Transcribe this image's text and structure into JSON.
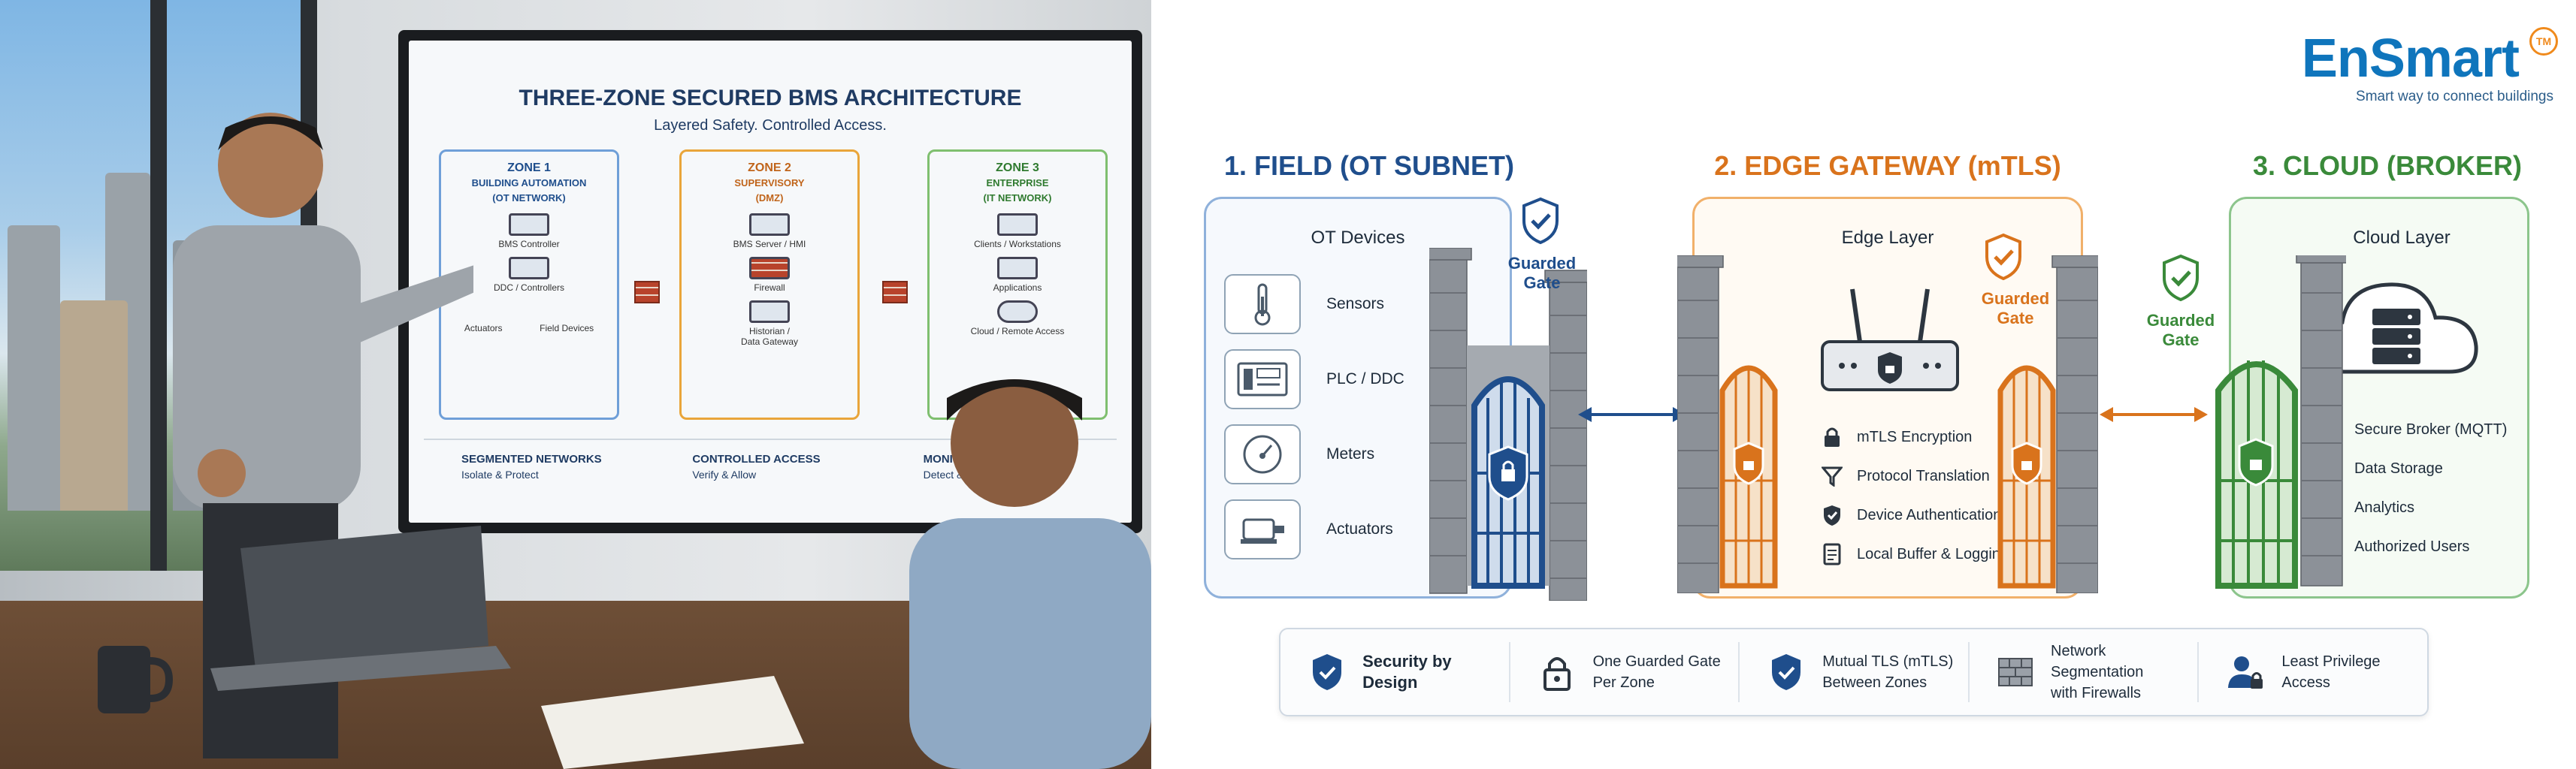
{
  "photo": {
    "screen": {
      "title": "THREE-ZONE SECURED BMS ARCHITECTURE",
      "subtitle": "Layered Safety. Controlled Access.",
      "zones": [
        {
          "title": "ZONE 1",
          "sub": "BUILDING AUTOMATION",
          "net": "(OT NETWORK)",
          "items": [
            "BMS Controller",
            "DDC / Controllers",
            "Actuators",
            "Field Devices"
          ]
        },
        {
          "title": "ZONE 2",
          "sub": "SUPERVISORY",
          "net": "(DMZ)",
          "items": [
            "BMS Server / HMI",
            "Firewall",
            "Historian /",
            "Data Gateway"
          ]
        },
        {
          "title": "ZONE 3",
          "sub": "ENTERPRISE",
          "net": "(IT NETWORK)",
          "items": [
            "Clients / Workstations",
            "Applications",
            "Cloud / Remote Access"
          ]
        }
      ],
      "footer": [
        {
          "title": "SEGMENTED NETWORKS",
          "desc": "Isolate & Protect"
        },
        {
          "title": "CONTROLLED ACCESS",
          "desc": "Verify & Allow"
        },
        {
          "title": "MONITOR & LOG",
          "desc": "Detect & Respond"
        }
      ]
    }
  },
  "brand": {
    "name": "EnSmart",
    "trademark": "TM",
    "tagline": "Smart way to connect buildings"
  },
  "columns": {
    "field": {
      "title": "1. FIELD (OT SUBNET)",
      "panel_title": "OT Devices",
      "devices": [
        {
          "label": "Sensors",
          "icon": "thermometer-icon"
        },
        {
          "label": "PLC / DDC",
          "icon": "plc-icon"
        },
        {
          "label": "Meters",
          "icon": "gauge-icon"
        },
        {
          "label": "Actuators",
          "icon": "actuator-icon"
        }
      ],
      "gate_label_line1": "Guarded",
      "gate_label_line2": "Gate"
    },
    "edge": {
      "title": "2. EDGE GATEWAY (mTLS)",
      "panel_title": "Edge Layer",
      "features": [
        {
          "label": "mTLS Encryption",
          "icon": "lock-icon"
        },
        {
          "label": "Protocol Translation",
          "icon": "funnel-icon"
        },
        {
          "label": "Device Authentication",
          "icon": "shield-check-icon"
        },
        {
          "label": "Local Buffer & Logging",
          "icon": "document-icon"
        }
      ],
      "gate_label_line1": "Guarded",
      "gate_label_line2": "Gate"
    },
    "cloud": {
      "title": "3. CLOUD (BROKER)",
      "panel_title": "Cloud Layer",
      "features": [
        {
          "label": "Secure Broker (MQTT)",
          "icon": "shield-lock-icon"
        },
        {
          "label": "Data Storage",
          "icon": "database-icon"
        },
        {
          "label": "Analytics",
          "icon": "bar-chart-icon"
        },
        {
          "label": "Authorized Users",
          "icon": "users-icon"
        }
      ],
      "gate_label_line1": "Guarded",
      "gate_label_line2": "Gate"
    }
  },
  "bottom_bar": [
    {
      "line1": "Security by Design",
      "line2": "",
      "icon": "shield-check-icon"
    },
    {
      "line1": "One Guarded Gate",
      "line2": "Per Zone",
      "icon": "padlock-icon"
    },
    {
      "line1": "Mutual TLS (mTLS)",
      "line2": "Between Zones",
      "icon": "shield-check-icon"
    },
    {
      "line1": "Network Segmentation",
      "line2": "with Firewalls",
      "icon": "firewall-icon"
    },
    {
      "line1": "Least Privilege",
      "line2": "Access",
      "icon": "user-lock-icon"
    }
  ],
  "colors": {
    "field": "#1f4e8c",
    "edge": "#d9731c",
    "cloud": "#3a8a3a",
    "brand_blue": "#0f75bc",
    "brand_orange": "#f08a1c"
  }
}
